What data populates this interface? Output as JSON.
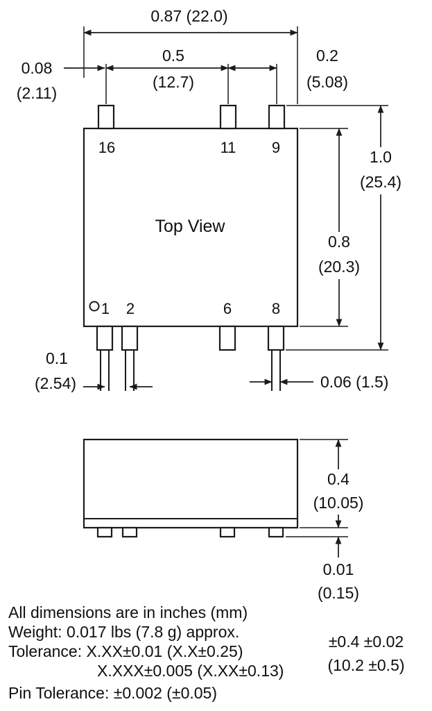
{
  "drawing": {
    "top_view_label": "Top View",
    "pins_top": [
      "16",
      "11",
      "9"
    ],
    "pins_bottom": [
      "1",
      "2",
      "6",
      "8"
    ]
  },
  "dims": {
    "overall_width": "0.87 (22.0)",
    "pin_span_in": "0.5",
    "pin_span_mm": "(12.7)",
    "pin_offset_in": "0.2",
    "pin_offset_mm": "(5.08)",
    "edge_offset_in": "0.08",
    "edge_offset_mm": "(2.11)",
    "overall_depth_in": "1.0",
    "overall_depth_mm": "(25.4)",
    "body_depth_in": "0.8",
    "body_depth_mm": "(20.3)",
    "pin_pitch_in": "0.1",
    "pin_pitch_mm": "(2.54)",
    "pin_width": "0.06 (1.5)",
    "side_height_in": "0.4",
    "side_height_mm": "(10.05)",
    "standoff_in": "0.01",
    "standoff_mm": "(0.15)",
    "height_tol_in": "±0.4 ±0.02",
    "height_tol_mm": "(10.2 ±0.5)"
  },
  "notes": [
    "All dimensions are in inches (mm)",
    "Weight: 0.017 lbs (7.8 g) approx.",
    "Tolerance: X.XX±0.01 (X.X±0.25)",
    "X.XXX±0.005 (X.XX±0.13)",
    "Pin Tolerance: ±0.002 (±0.05)"
  ]
}
